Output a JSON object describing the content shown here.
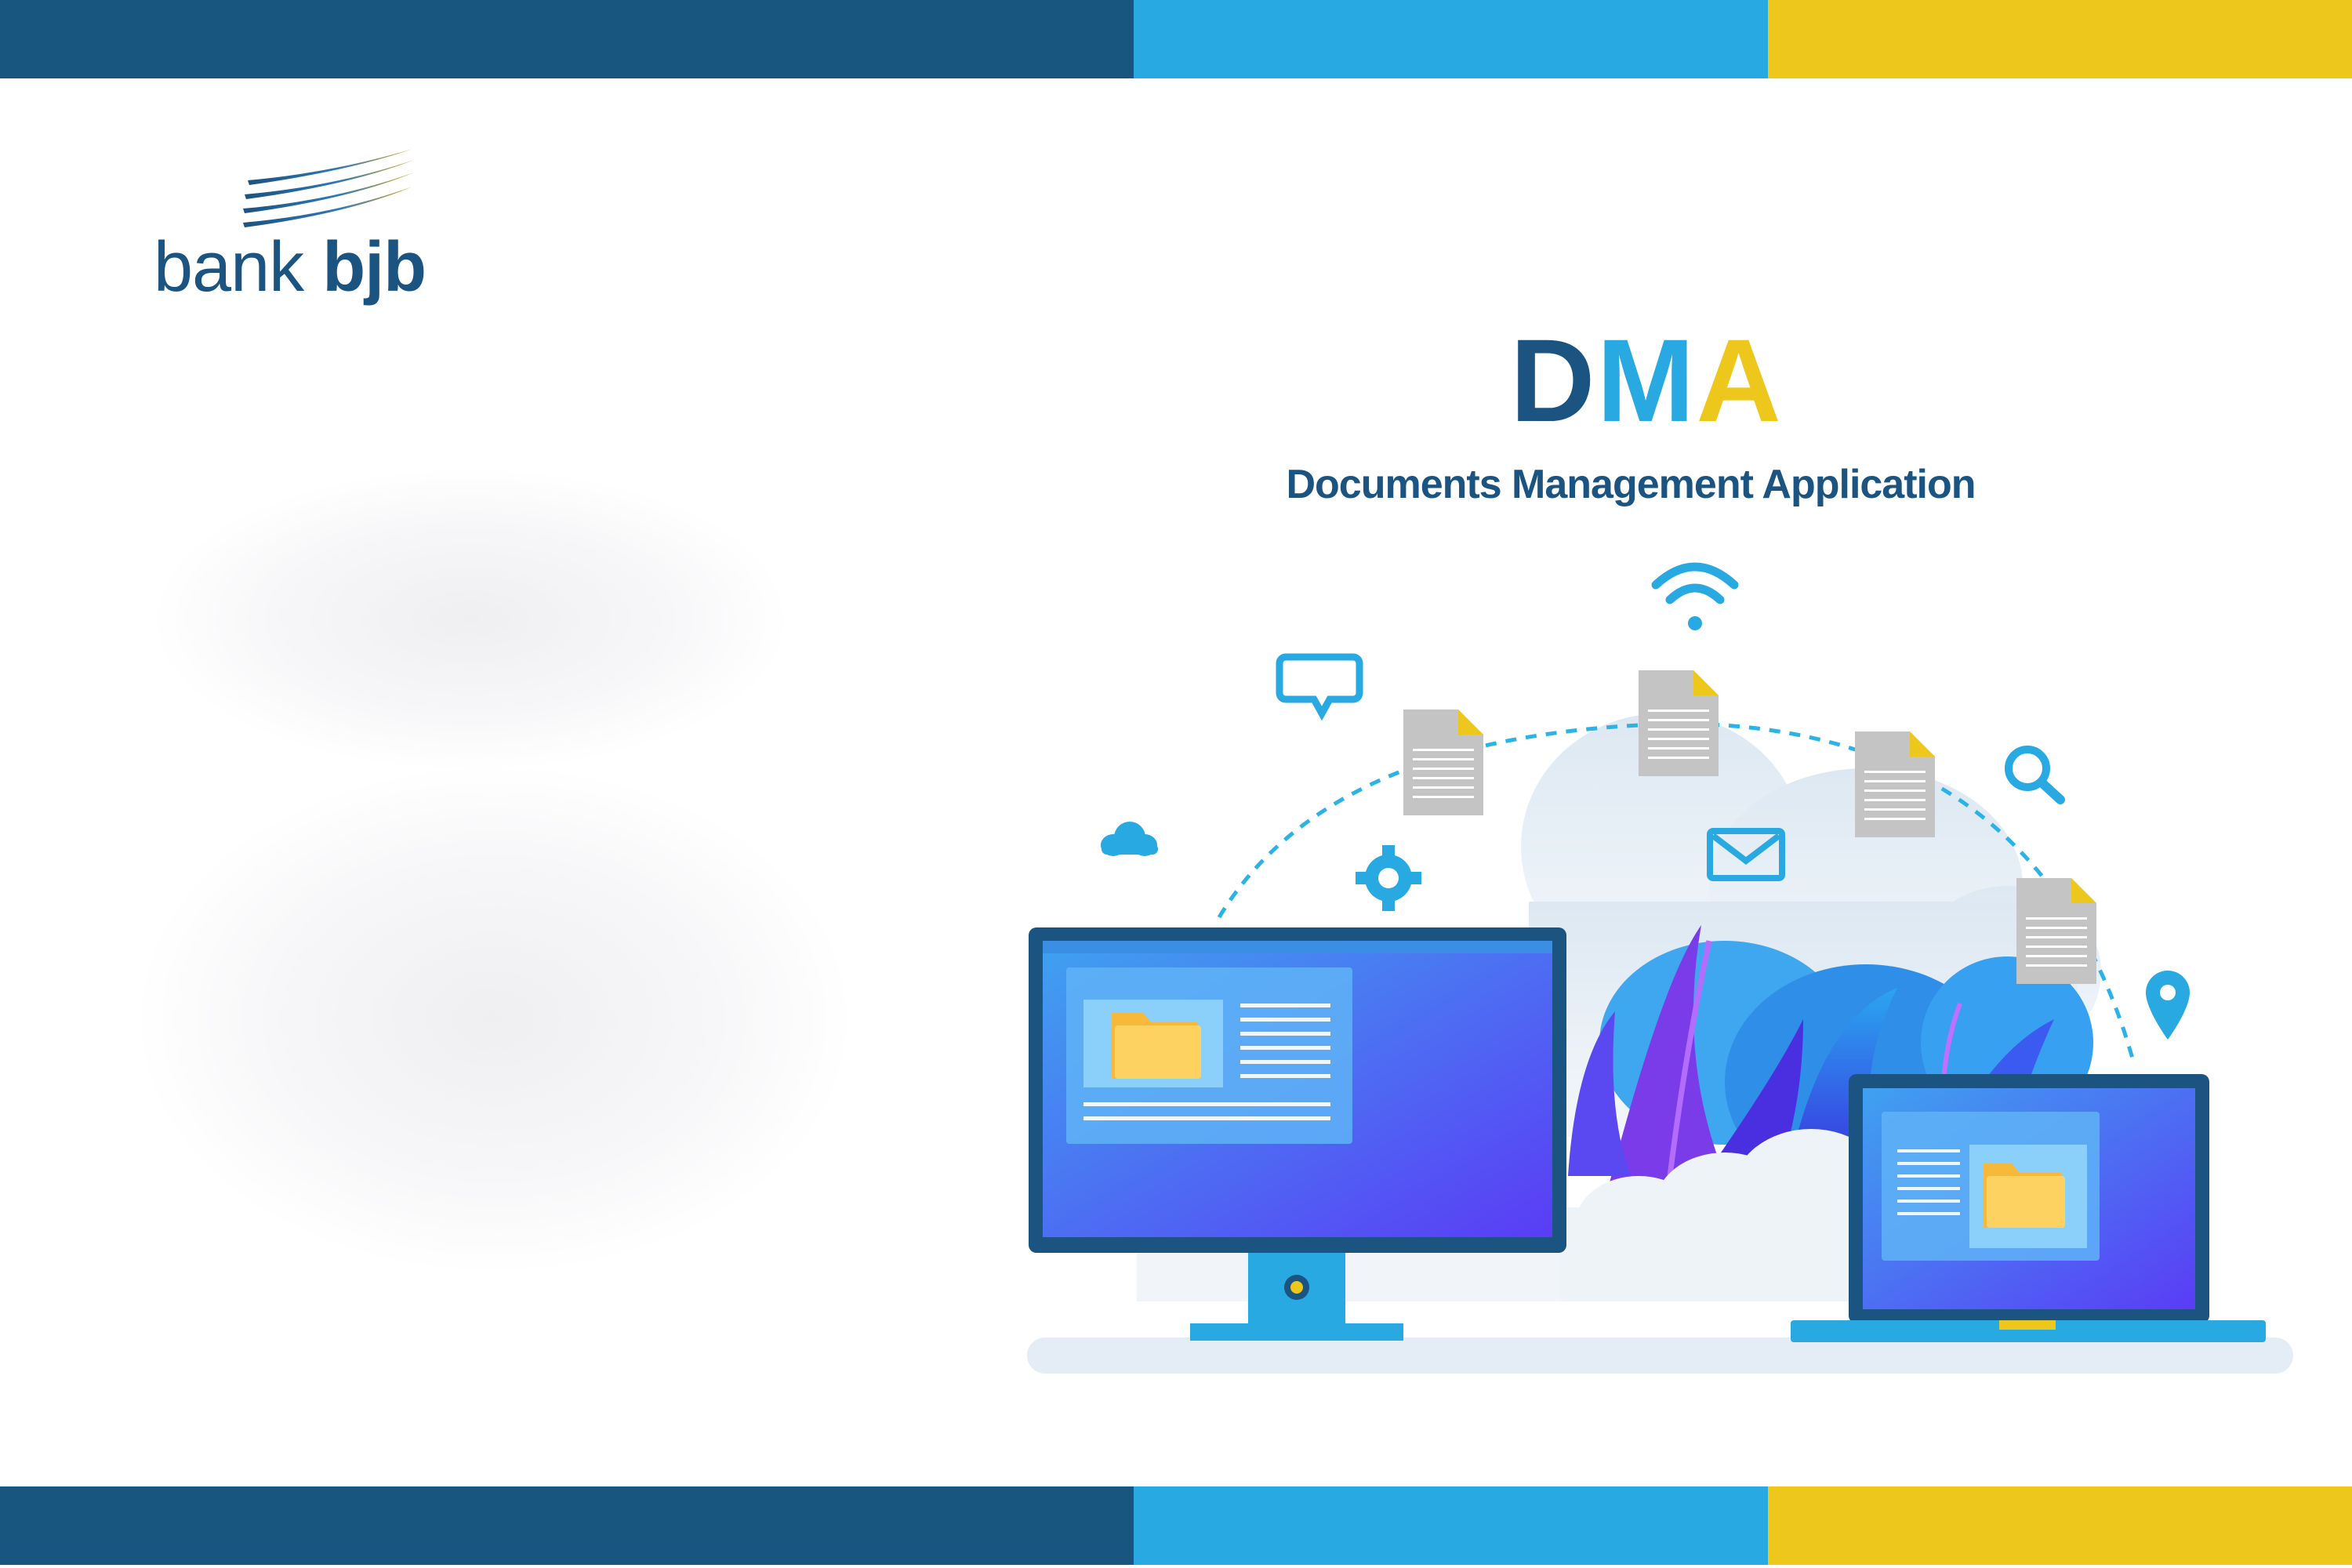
{
  "brand": {
    "logo_word": "bank",
    "logo_bold": "bjb",
    "colors": {
      "navy": "#18557f",
      "sky": "#29a9e1",
      "gold": "#edc71c"
    }
  },
  "title": {
    "d": "D",
    "m": "M",
    "a": "A"
  },
  "subtitle": "Documents Management Application",
  "icons": [
    "wifi-icon",
    "chat-icon",
    "cloud-icon",
    "gear-icon",
    "mail-icon",
    "search-icon",
    "location-pin-icon",
    "folder-icon",
    "document-icon"
  ]
}
